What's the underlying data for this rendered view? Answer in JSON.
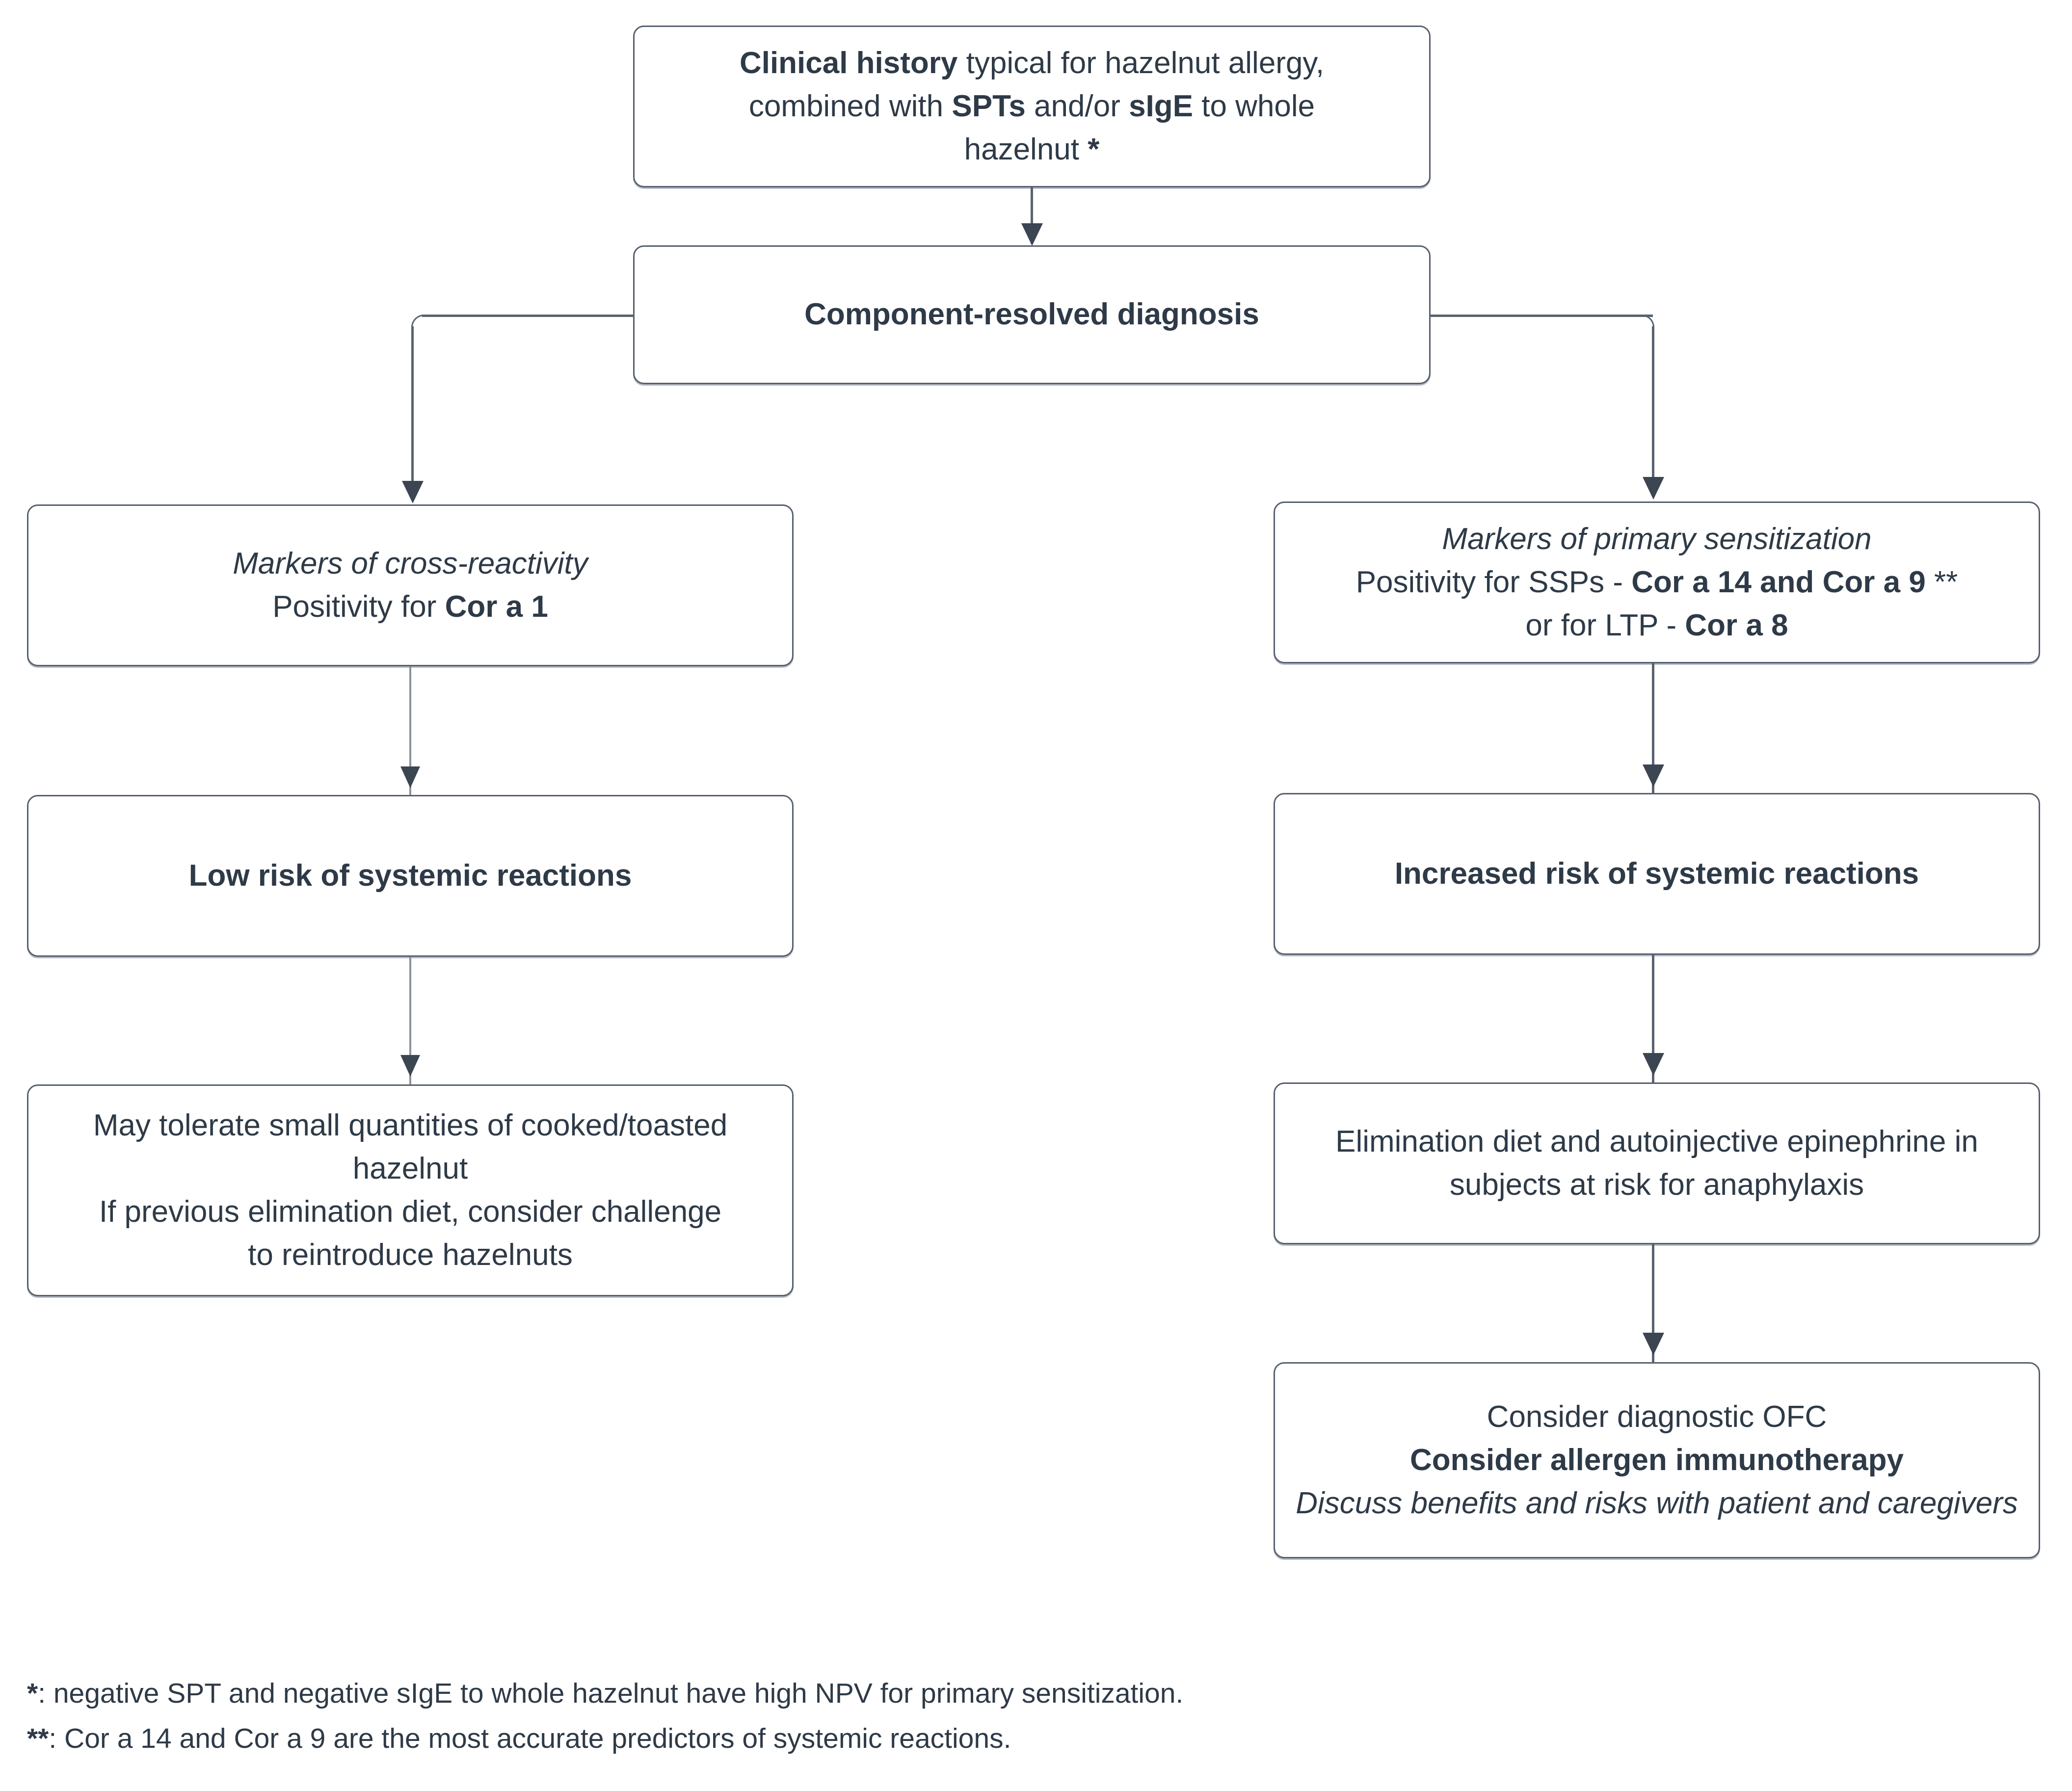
{
  "diagram": {
    "title": "Hazelnut allergy component-resolved diagnosis algorithm",
    "colors": {
      "box_border": "#57606e",
      "text": "#2e3a47",
      "connector": "#59636f",
      "connector_light": "#8a929c",
      "arrowhead": "#3c4552",
      "background": "#ffffff"
    },
    "nodes": {
      "clinical_history": {
        "line1_bold": "Clinical history",
        "line1_rest": " typical for hazelnut allergy,",
        "line2_a": "combined with ",
        "line2_bold1": "SPTs",
        "line2_b": " and/or ",
        "line2_bold2": "sIgE",
        "line2_c": " to whole",
        "line3": "hazelnut ",
        "line3_bold": "*"
      },
      "crd": {
        "label": "Component-resolved diagnosis"
      },
      "cross_reactivity": {
        "line1_italic": "Markers of cross-reactivity",
        "line2_a": "Positivity for ",
        "line2_bold": "Cor a 1"
      },
      "primary_sensitization": {
        "line1_italic": "Markers of primary sensitization",
        "line2_a": "Positivity for SSPs - ",
        "line2_bold": "Cor a 14 and Cor a 9",
        "line2_b": " **",
        "line3_a": "or for LTP - ",
        "line3_bold": "Cor a 8"
      },
      "low_risk": {
        "label": "Low risk of systemic reactions"
      },
      "increased_risk": {
        "label": "Increased risk of systemic reactions"
      },
      "tolerate": {
        "line1": "May tolerate small quantities of cooked/toasted",
        "line2": "hazelnut",
        "line3": "If previous elimination diet, consider challenge",
        "line4": "to reintroduce hazelnuts"
      },
      "elimination": {
        "line1": "Elimination diet and autoinjective epinephrine in",
        "line2": "subjects at risk for anaphylaxis"
      },
      "ofc": {
        "line1": "Consider diagnostic OFC",
        "line2_bold": "Consider allergen immunotherapy",
        "line3_italic": "Discuss benefits and risks with patient and caregivers"
      }
    },
    "footnotes": {
      "one_marker": "*",
      "one_text": ": negative SPT and negative sIgE to whole hazelnut have high NPV for primary sensitization.",
      "two_marker": "**",
      "two_text": ": Cor a 14 and Cor a 9 are the most accurate predictors of systemic reactions."
    }
  }
}
